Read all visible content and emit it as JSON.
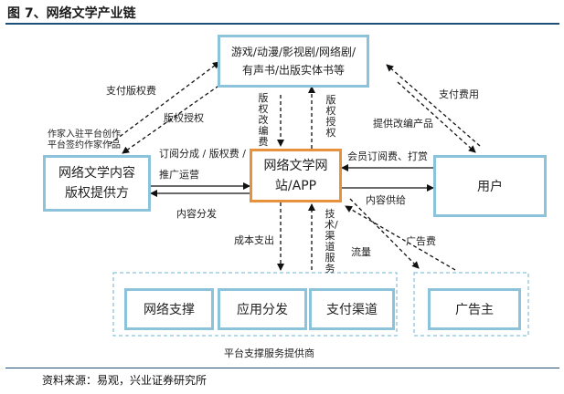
{
  "figure": {
    "title": "图 7、网络文学产业链",
    "source": "资料来源：易观，兴业证券研究所"
  },
  "nodes": {
    "derivatives": "游戏/动漫/影视剧/网络剧/有声书/出版实体书等",
    "content_provider": "网络文学内容版权提供方",
    "platform": "网络文学网站/APP",
    "users": "用户",
    "network_support": "网络支撑",
    "app_distribution": "应用分发",
    "payment_channel": "支付渠道",
    "advertiser": "广告主",
    "service_provider_group": "平台支撑服务提供商"
  },
  "edges": {
    "pay_copyright_fee": "支付版权费",
    "copyright_license": "版权授权",
    "author_join": "作家入驻平台创作",
    "platform_sign": "平台签约作家作品",
    "subscription_share": "订阅分成 / 版权费 /",
    "promotion": "推广运营",
    "content_distribution": "内容分发",
    "adaptation_fee": "版权改编费",
    "copyright_license_v": "版权授权",
    "pay_fee": "支付费用",
    "adapted_products": "提供改编产品",
    "membership_tips": "会员订阅费、打赏",
    "content_supply": "内容供给",
    "ad_fee": "广告费",
    "traffic": "流量",
    "cost_spending": "成本支出",
    "tech_channel_service": "技术/渠道服务"
  }
}
